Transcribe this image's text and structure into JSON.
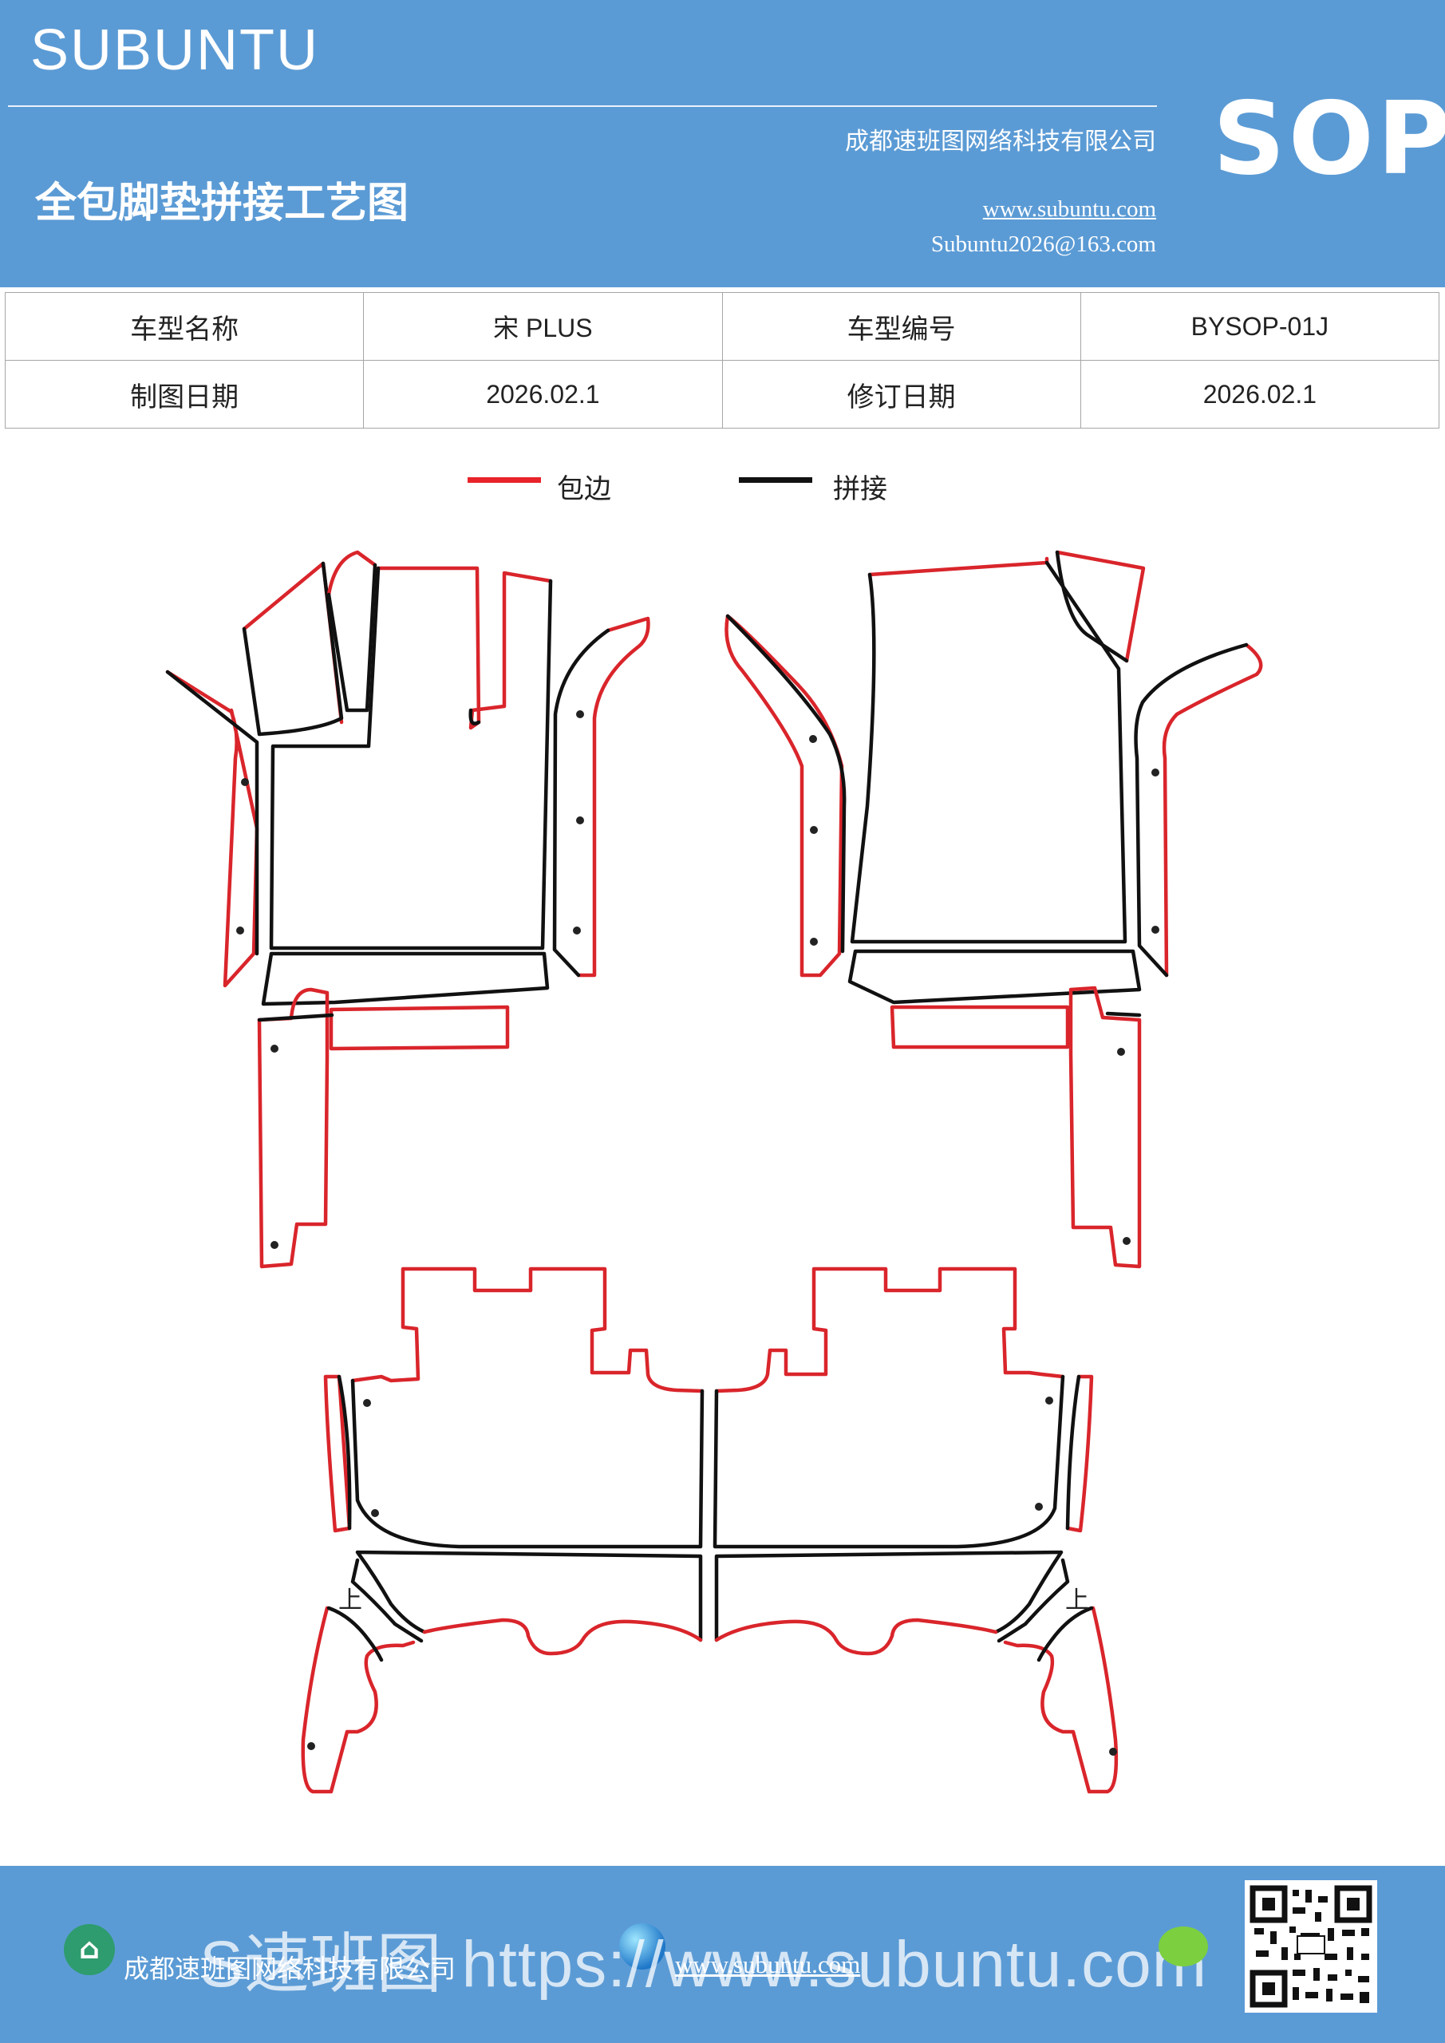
{
  "header": {
    "brand": "SUBUNTU",
    "title": "全包脚垫拼接工艺图",
    "company": "成都速班图网络科技有限公司",
    "website": "www.subuntu.com",
    "email": "Subuntu2026@163.com",
    "code": "SOP"
  },
  "info_table": {
    "rows": [
      {
        "label1": "车型名称",
        "value1": "宋 PLUS",
        "label2": "车型编号",
        "value2": "BYSOP-01J"
      },
      {
        "label1": "制图日期",
        "value1": "2026.02.1",
        "label2": "修订日期",
        "value2": "2026.02.1"
      }
    ]
  },
  "legend": {
    "items": [
      {
        "label": "包边",
        "color": "#e8242a"
      },
      {
        "label": "拼接",
        "color": "#111111"
      }
    ]
  },
  "diagram": {
    "marks": [
      {
        "text": "上"
      },
      {
        "text": "上"
      }
    ],
    "edge_color": "#d9252b",
    "seam_color": "#111111"
  },
  "footer": {
    "company": "成都速班图网络科技有限公司",
    "website": "www.subuntu.com",
    "overlay": "S速班图 https://www.subuntu.com"
  }
}
